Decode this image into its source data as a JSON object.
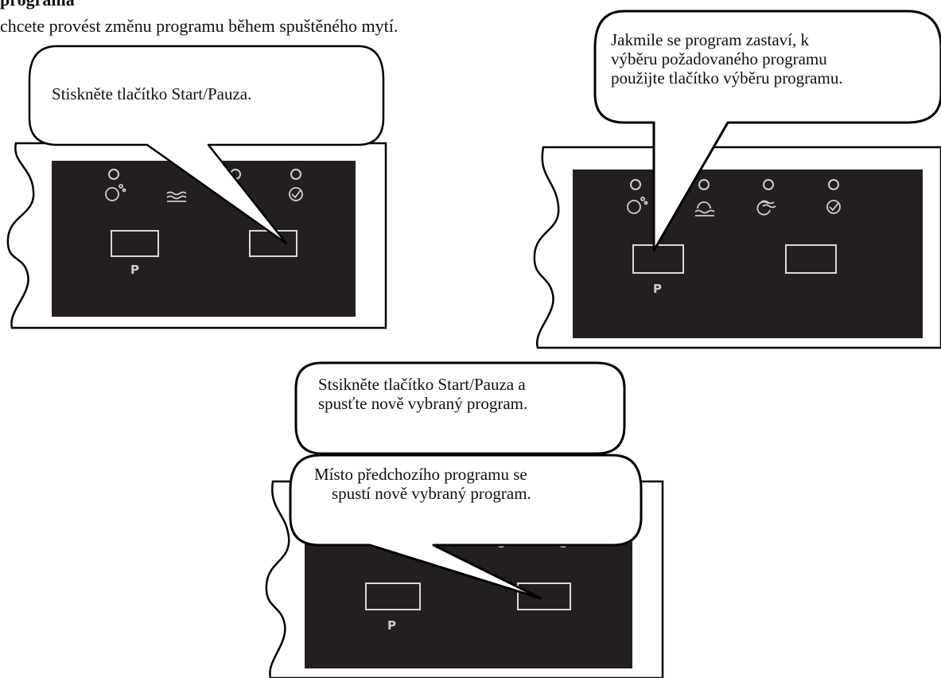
{
  "section": {
    "heading": "programa",
    "intro": "chcete provést změnu programu během spuštěného mytí."
  },
  "panels": [
    {
      "bubbles": [
        {
          "text": "Stiskněte tlačítko Start/Pauza."
        }
      ],
      "program_key_label": "P"
    },
    {
      "bubbles": [
        {
          "lines": [
            "Jakmile se program zastaví, k",
            "výběru požadovaného programu",
            "použijte tlačítko výběru programu."
          ]
        }
      ],
      "program_key_label": "P"
    },
    {
      "bubbles": [
        {
          "lines": [
            "Stsikněte tlačítko Start/Pauza a",
            "spusťte nově vybraný program."
          ]
        },
        {
          "lines": [
            "Místo předchozího programu se",
            "spustí nově vybraný program."
          ]
        }
      ],
      "program_key_label": "P"
    }
  ],
  "icons": [
    "prewash-icon",
    "rinse-icon",
    "dry-icon",
    "eco-icon"
  ],
  "colors": {
    "panel": "#231f20",
    "panel_outline": "#9a9a9a",
    "ink": "#111111"
  }
}
